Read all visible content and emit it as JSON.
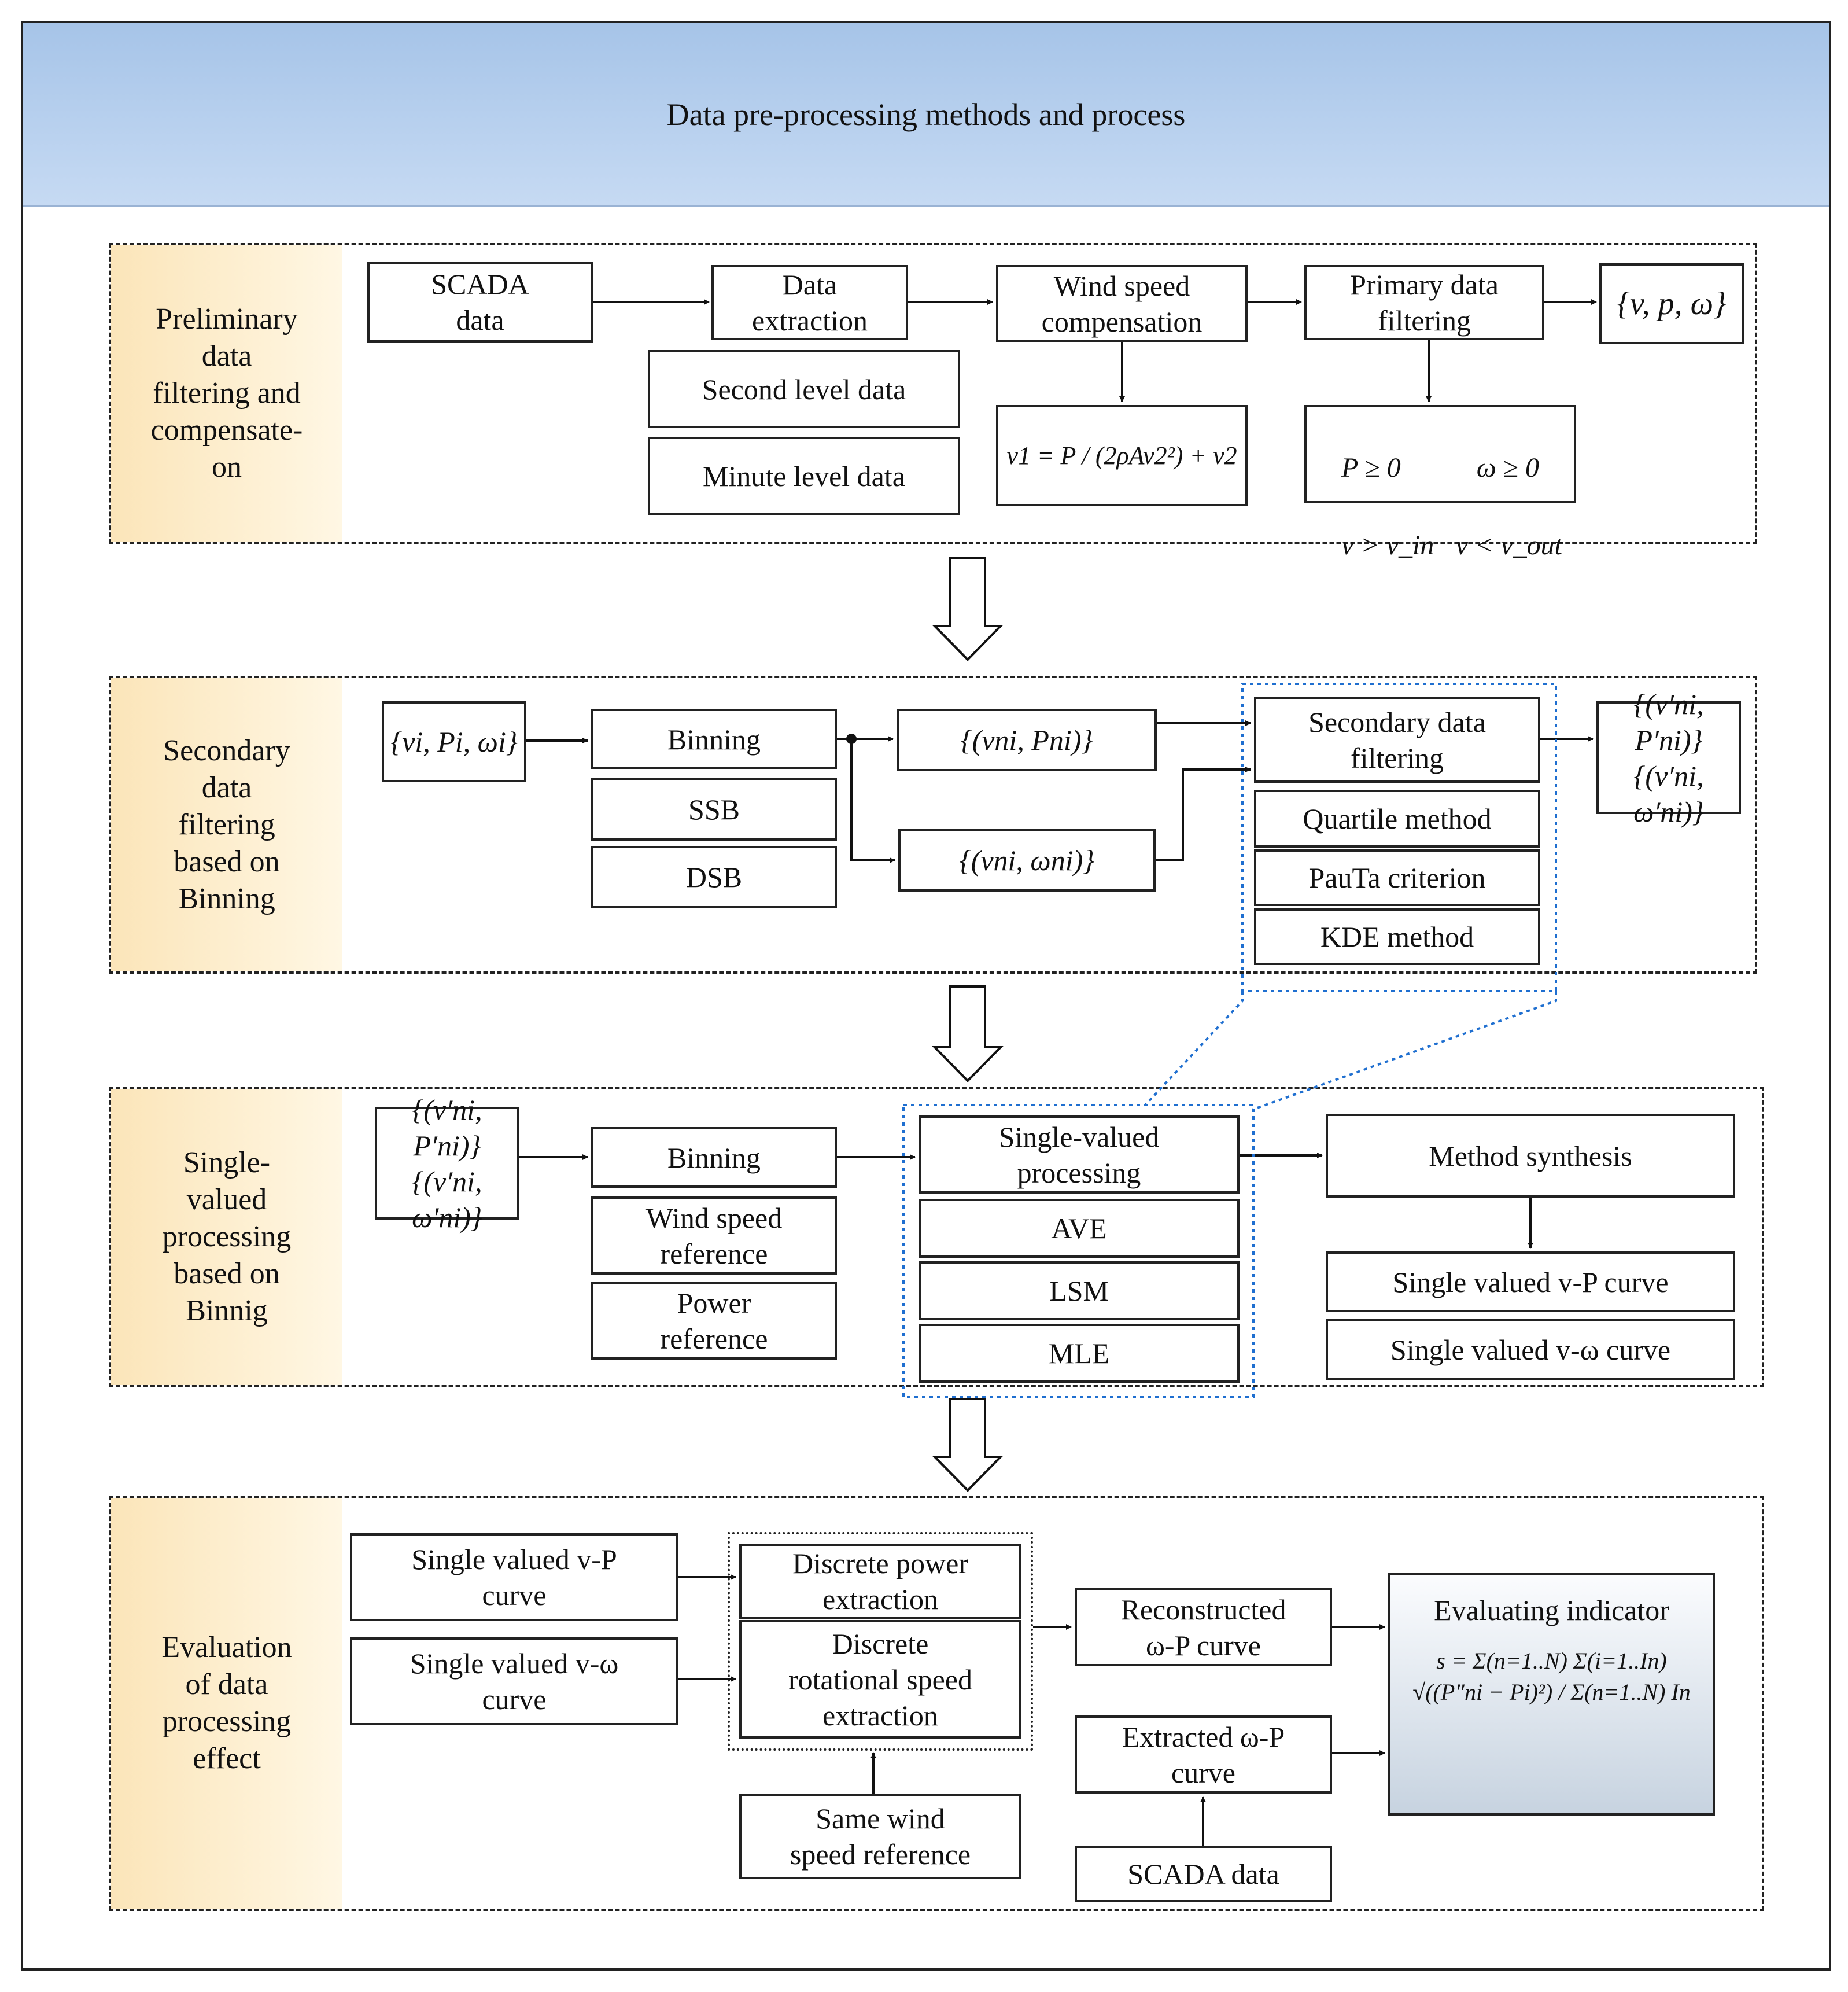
{
  "title": "Data pre-processing methods and process",
  "sections": {
    "s1": {
      "label": "Preliminary\ndata\nfiltering and\ncompensate-\non",
      "scada": "SCADA\ndata",
      "extraction": "Data\nextraction",
      "second_level": "Second level data",
      "minute_level": "Minute level data",
      "wind_comp": "Wind speed\ncompensation",
      "primary_filter": "Primary data\nfiltering",
      "output_set": "{v, p, ω}",
      "comp_formula": "v1 = P / (2ρAv2²) + v2",
      "cond_p": "P ≥ 0",
      "cond_w": "ω ≥ 0",
      "cond_vin": "v > v_in",
      "cond_vout": "v < v_out"
    },
    "s2": {
      "label": "Secondary\ndata\nfiltering\nbased on\nBinning",
      "input_set": "{vi, Pi, ωi}",
      "binning": "Binning",
      "ssb": "SSB",
      "dsb": "DSB",
      "vp_pair": "{(vni, Pni)}",
      "vw_pair": "{(vni, ωni)}",
      "secondary_filter": "Secondary data\nfiltering",
      "quartile": "Quartile method",
      "pauta": "PauTa criterion",
      "kde": "KDE method",
      "out_vp": "{(v′ni, P′ni)}",
      "out_vw": "{(v′ni, ω′ni)}"
    },
    "s3": {
      "label": "Single-\nvalued\nprocessing\nbased on\nBinnig",
      "in_vp": "{(v′ni, P′ni)}",
      "in_vw": "{(v′ni, ω′ni)}",
      "binning": "Binning",
      "wind_ref": "Wind speed\nreference",
      "power_ref": "Power\nreference",
      "single_valued": "Single-valued\nprocessing",
      "ave": "AVE",
      "lsm": "LSM",
      "mle": "MLE",
      "synthesis": "Method synthesis",
      "vp_curve": "Single valued v-P curve",
      "vw_curve": "Single valued v-ω curve"
    },
    "s4": {
      "label": "Evaluation\nof data\nprocessing\neffect",
      "vp_curve": "Single valued v-P\ncurve",
      "vw_curve": "Single valued v-ω\ncurve",
      "discrete_power": "Discrete power\nextraction",
      "discrete_rot": "Discrete\nrotational speed\nextraction",
      "same_wind": "Same wind\nspeed reference",
      "reconstructed": "Reconstructed\nω-P curve",
      "extracted": "Extracted ω-P\ncurve",
      "scada": "SCADA data",
      "indicator_title": "Evaluating indicator",
      "indicator_formula": "s = Σ(n=1..N) Σ(i=1..In) √((P″ni − Pi)²) / Σ(n=1..N) In"
    }
  },
  "colors": {
    "banner": "#a6c4e8",
    "label_bg": "#fbe5b9",
    "highlight_dotted": "#1f6fd0",
    "indicator_bg": "#c7d3e0"
  }
}
